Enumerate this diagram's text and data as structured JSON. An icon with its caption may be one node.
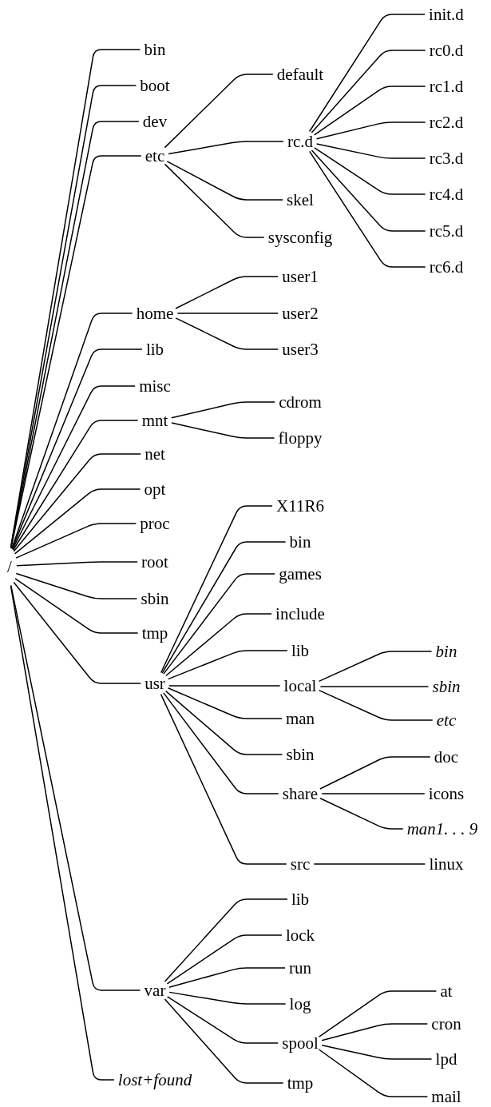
{
  "diagram": {
    "nodes": [
      {
        "text": [
          "/"
        ]
      },
      {
        "text": [
          "bin"
        ]
      },
      {
        "text": [
          "boot"
        ]
      },
      {
        "text": [
          "dev"
        ]
      },
      {
        "text": [
          "etc"
        ]
      },
      {
        "text": [
          "default"
        ]
      },
      {
        "text": [
          "rc.d"
        ]
      },
      {
        "text": [
          "init.d"
        ]
      },
      {
        "text": [
          "rc0.d"
        ]
      },
      {
        "text": [
          "rc1.d"
        ]
      },
      {
        "text": [
          "rc2.d"
        ]
      },
      {
        "text": [
          "rc3.d"
        ]
      },
      {
        "text": [
          "rc4.d"
        ]
      },
      {
        "text": [
          "rc5.d"
        ]
      },
      {
        "text": [
          "rc6.d"
        ]
      },
      {
        "text": [
          "skel"
        ]
      },
      {
        "text": [
          "sysconfig"
        ]
      },
      {
        "text": [
          "home"
        ]
      },
      {
        "text": [
          "user1"
        ]
      },
      {
        "text": [
          "user2"
        ]
      },
      {
        "text": [
          "user3"
        ]
      },
      {
        "text": [
          "lib"
        ]
      },
      {
        "text": [
          "misc"
        ]
      },
      {
        "text": [
          "mnt"
        ]
      },
      {
        "text": [
          "cdrom"
        ]
      },
      {
        "text": [
          "floppy"
        ]
      },
      {
        "text": [
          "net"
        ]
      },
      {
        "text": [
          "opt"
        ]
      },
      {
        "text": [
          "proc"
        ]
      },
      {
        "text": [
          "root"
        ]
      },
      {
        "text": [
          "sbin"
        ]
      },
      {
        "text": [
          "tmp"
        ]
      },
      {
        "text": [
          "usr"
        ]
      },
      {
        "text": [
          "X11R6"
        ]
      },
      {
        "text": [
          "bin"
        ]
      },
      {
        "text": [
          "games"
        ]
      },
      {
        "text": [
          "include"
        ]
      },
      {
        "text": [
          "lib"
        ]
      },
      {
        "text": [
          "local"
        ]
      },
      {
        "text": [
          "bin"
        ]
      },
      {
        "text": [
          "sbin"
        ]
      },
      {
        "text": [
          "etc"
        ]
      },
      {
        "text": [
          "man"
        ]
      },
      {
        "text": [
          "sbin"
        ]
      },
      {
        "text": [
          "share"
        ]
      },
      {
        "text": [
          "doc"
        ]
      },
      {
        "text": [
          "icons"
        ]
      },
      {
        "text": [
          "man1. . . 9"
        ]
      },
      {
        "text": [
          "src"
        ]
      },
      {
        "text": [
          "linux"
        ]
      },
      {
        "text": [
          "var"
        ]
      },
      {
        "text": [
          "lib"
        ]
      },
      {
        "text": [
          "lock"
        ]
      },
      {
        "text": [
          "run"
        ]
      },
      {
        "text": [
          "log"
        ]
      },
      {
        "text": [
          "spool"
        ]
      },
      {
        "text": [
          "at"
        ]
      },
      {
        "text": [
          "cron"
        ]
      },
      {
        "text": [
          "lpd"
        ]
      },
      {
        "text": [
          "mail"
        ]
      },
      {
        "text": [
          "tmp"
        ]
      },
      {
        "text": [
          "lost+found"
        ]
      }
    ],
    "edges": [
      {
        "from": 0,
        "to": 1,
        "arrow": "none"
      },
      {
        "from": 0,
        "to": 2,
        "arrow": "none"
      },
      {
        "from": 0,
        "to": 3,
        "arrow": "none"
      },
      {
        "from": 0,
        "to": 4,
        "arrow": "none"
      },
      {
        "from": 4,
        "to": 5,
        "arrow": "none"
      },
      {
        "from": 4,
        "to": 6,
        "arrow": "none"
      },
      {
        "from": 6,
        "to": 7,
        "arrow": "none"
      },
      {
        "from": 6,
        "to": 8,
        "arrow": "none"
      },
      {
        "from": 6,
        "to": 9,
        "arrow": "none"
      },
      {
        "from": 6,
        "to": 10,
        "arrow": "none"
      },
      {
        "from": 6,
        "to": 11,
        "arrow": "none"
      },
      {
        "from": 6,
        "to": 12,
        "arrow": "none"
      },
      {
        "from": 6,
        "to": 13,
        "arrow": "none"
      },
      {
        "from": 6,
        "to": 14,
        "arrow": "none"
      },
      {
        "from": 4,
        "to": 15,
        "arrow": "none"
      },
      {
        "from": 4,
        "to": 16,
        "arrow": "none"
      },
      {
        "from": 0,
        "to": 17,
        "arrow": "none"
      },
      {
        "from": 17,
        "to": 18,
        "arrow": "none"
      },
      {
        "from": 17,
        "to": 19,
        "arrow": "none"
      },
      {
        "from": 17,
        "to": 20,
        "arrow": "none"
      },
      {
        "from": 0,
        "to": 21,
        "arrow": "none"
      },
      {
        "from": 0,
        "to": 22,
        "arrow": "none"
      },
      {
        "from": 0,
        "to": 23,
        "arrow": "none"
      },
      {
        "from": 23,
        "to": 24,
        "arrow": "none"
      },
      {
        "from": 23,
        "to": 25,
        "arrow": "none"
      },
      {
        "from": 0,
        "to": 26,
        "arrow": "none"
      },
      {
        "from": 0,
        "to": 27,
        "arrow": "none"
      },
      {
        "from": 0,
        "to": 28,
        "arrow": "none"
      },
      {
        "from": 0,
        "to": 29,
        "arrow": "none"
      },
      {
        "from": 0,
        "to": 30,
        "arrow": "none"
      },
      {
        "from": 0,
        "to": 31,
        "arrow": "none"
      },
      {
        "from": 0,
        "to": 32,
        "arrow": "none"
      },
      {
        "from": 32,
        "to": 33,
        "arrow": "none"
      },
      {
        "from": 32,
        "to": 34,
        "arrow": "none"
      },
      {
        "from": 32,
        "to": 35,
        "arrow": "none"
      },
      {
        "from": 32,
        "to": 36,
        "arrow": "none"
      },
      {
        "from": 32,
        "to": 37,
        "arrow": "none"
      },
      {
        "from": 32,
        "to": 38,
        "arrow": "none"
      },
      {
        "from": 38,
        "to": 39,
        "arrow": "none"
      },
      {
        "from": 38,
        "to": 40,
        "arrow": "none"
      },
      {
        "from": 38,
        "to": 41,
        "arrow": "none"
      },
      {
        "from": 32,
        "to": 42,
        "arrow": "none"
      },
      {
        "from": 32,
        "to": 43,
        "arrow": "none"
      },
      {
        "from": 32,
        "to": 44,
        "arrow": "none"
      },
      {
        "from": 44,
        "to": 45,
        "arrow": "none"
      },
      {
        "from": 44,
        "to": 46,
        "arrow": "none"
      },
      {
        "from": 44,
        "to": 47,
        "arrow": "none"
      },
      {
        "from": 32,
        "to": 48,
        "arrow": "none"
      },
      {
        "from": 48,
        "to": 49,
        "arrow": "none"
      },
      {
        "from": 0,
        "to": 50,
        "arrow": "none"
      },
      {
        "from": 50,
        "to": 51,
        "arrow": "none"
      },
      {
        "from": 50,
        "to": 52,
        "arrow": "none"
      },
      {
        "from": 50,
        "to": 53,
        "arrow": "none"
      },
      {
        "from": 50,
        "to": 54,
        "arrow": "none"
      },
      {
        "from": 50,
        "to": 55,
        "arrow": "none"
      },
      {
        "from": 55,
        "to": 56,
        "arrow": "none"
      },
      {
        "from": 55,
        "to": 57,
        "arrow": "none"
      },
      {
        "from": 55,
        "to": 58,
        "arrow": "none"
      },
      {
        "from": 55,
        "to": 59,
        "arrow": "none"
      },
      {
        "from": 50,
        "to": 60,
        "arrow": "none"
      },
      {
        "from": 0,
        "to": 61,
        "arrow": "none"
      }
    ]
  }
}
